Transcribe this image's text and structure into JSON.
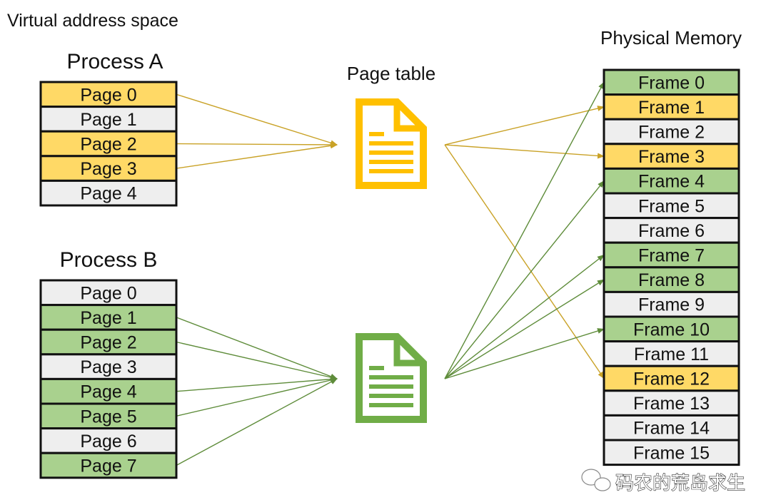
{
  "labels": {
    "virtual_space": "Virtual address space",
    "process_a": "Process A",
    "process_b": "Process B",
    "page_table": "Page table",
    "physical_memory": "Physical Memory"
  },
  "colors": {
    "yellow": "#FFD966",
    "green": "#A9D18E",
    "gray": "#EEEEEE",
    "icon_yellow": "#FFC000",
    "icon_green": "#70AD47",
    "arrow_yellow": "#C9A227",
    "arrow_green": "#5E8C3A"
  },
  "process_a": {
    "pages": [
      {
        "label": "Page 0",
        "color": "yellow"
      },
      {
        "label": "Page 1",
        "color": "gray"
      },
      {
        "label": "Page 2",
        "color": "yellow"
      },
      {
        "label": "Page 3",
        "color": "yellow"
      },
      {
        "label": "Page 4",
        "color": "gray"
      }
    ]
  },
  "process_b": {
    "pages": [
      {
        "label": "Page 0",
        "color": "gray"
      },
      {
        "label": "Page 1",
        "color": "green"
      },
      {
        "label": "Page 2",
        "color": "green"
      },
      {
        "label": "Page 3",
        "color": "gray"
      },
      {
        "label": "Page 4",
        "color": "green"
      },
      {
        "label": "Page 5",
        "color": "green"
      },
      {
        "label": "Page 6",
        "color": "gray"
      },
      {
        "label": "Page 7",
        "color": "green"
      }
    ]
  },
  "frames": [
    {
      "label": "Frame 0",
      "color": "green"
    },
    {
      "label": "Frame 1",
      "color": "yellow"
    },
    {
      "label": "Frame 2",
      "color": "gray"
    },
    {
      "label": "Frame 3",
      "color": "yellow"
    },
    {
      "label": "Frame 4",
      "color": "green"
    },
    {
      "label": "Frame 5",
      "color": "gray"
    },
    {
      "label": "Frame 6",
      "color": "gray"
    },
    {
      "label": "Frame 7",
      "color": "green"
    },
    {
      "label": "Frame 8",
      "color": "green"
    },
    {
      "label": "Frame 9",
      "color": "gray"
    },
    {
      "label": "Frame 10",
      "color": "green"
    },
    {
      "label": "Frame 11",
      "color": "gray"
    },
    {
      "label": "Frame 12",
      "color": "yellow"
    },
    {
      "label": "Frame 13",
      "color": "gray"
    },
    {
      "label": "Frame 14",
      "color": "gray"
    },
    {
      "label": "Frame 15",
      "color": "gray"
    }
  ],
  "mappings": {
    "a_pages_to_table": [
      0,
      2,
      3
    ],
    "a_table_to_frames": [
      1,
      3,
      12
    ],
    "b_pages_to_table": [
      1,
      2,
      4,
      5,
      7
    ],
    "b_table_to_frames": [
      0,
      4,
      7,
      8,
      10
    ]
  },
  "watermark": "码农的荒岛求生"
}
